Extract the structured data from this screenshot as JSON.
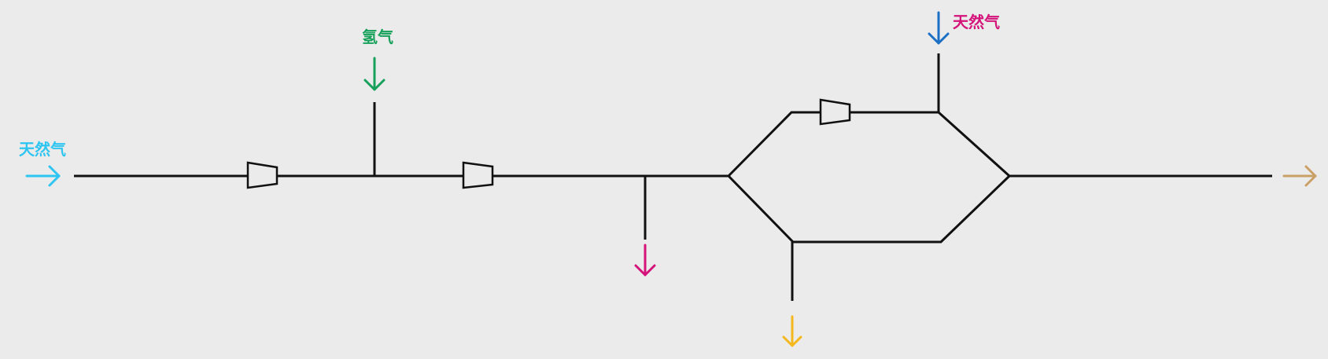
{
  "labels": {
    "inlet_natural_gas": "天然气",
    "hydrogen": "氢气",
    "top_natural_gas": "天然气"
  },
  "colors": {
    "background": "#ebebeb",
    "pipe": "#111111",
    "inlet_natural_gas": "#2ec5f0",
    "hydrogen": "#16a05a",
    "top_natural_gas": "#d4147a",
    "top_natural_gas_arrow": "#1b6fc4",
    "magenta_outlet": "#d4147a",
    "yellow_outlet": "#f4b81c",
    "final_outlet": "#c9a066"
  },
  "icons": {
    "compressor": "compressor-icon",
    "arrow": "flow-arrow-icon"
  }
}
